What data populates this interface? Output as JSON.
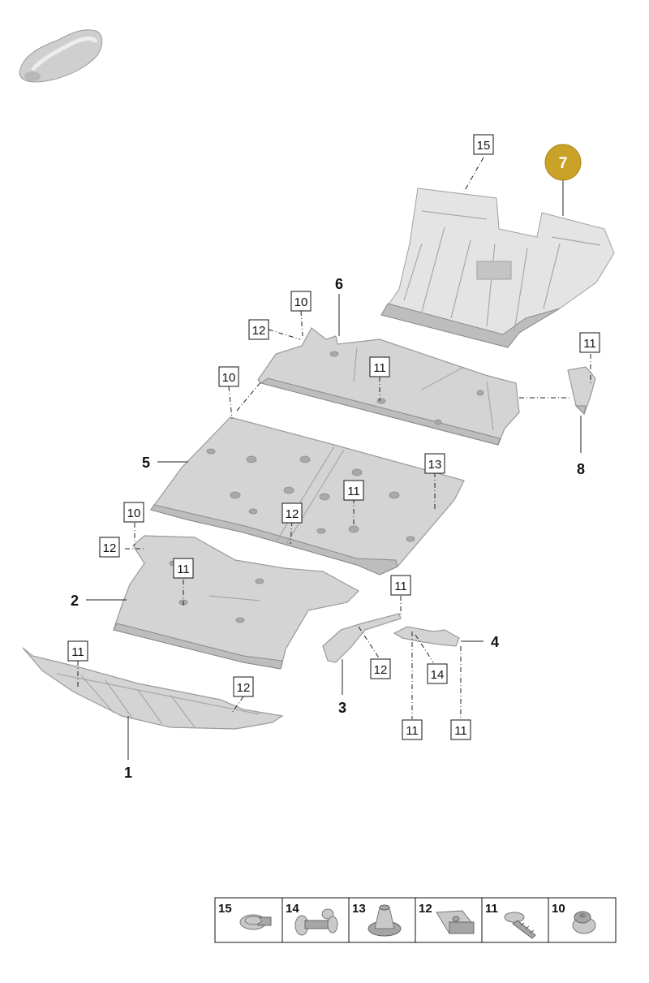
{
  "colors": {
    "highlight": "#c9a227",
    "highlight_text": "#ffffff",
    "part": "#d4d4d4",
    "line": "#222222"
  },
  "icons": {
    "car_thumbnail": "car-silhouette-icon"
  },
  "parts": {
    "p1": "1",
    "p2": "2",
    "p3": "3",
    "p4": "4",
    "p5": "5",
    "p6": "6",
    "p7": "7",
    "p8": "8"
  },
  "callouts": {
    "c15_top": "15",
    "c10_a": "10",
    "c12_a": "12",
    "c11_a": "11",
    "c10_b": "10",
    "c11_b": "11",
    "c13": "13",
    "c11_c": "11",
    "c12_b": "12",
    "c10_c": "10",
    "c12_c": "12",
    "c11_d": "11",
    "c11_e": "11",
    "c12_d": "12",
    "c14": "14",
    "c11_f": "11",
    "c11_g": "11",
    "c11_h": "11",
    "c12_e": "12"
  },
  "legend": [
    {
      "num": "15",
      "icon": "bolt-icon"
    },
    {
      "num": "14",
      "icon": "clip-rivet-icon"
    },
    {
      "num": "13",
      "icon": "spring-nut-icon"
    },
    {
      "num": "12",
      "icon": "clip-nut-icon"
    },
    {
      "num": "11",
      "icon": "screw-icon"
    },
    {
      "num": "10",
      "icon": "nut-icon"
    }
  ]
}
